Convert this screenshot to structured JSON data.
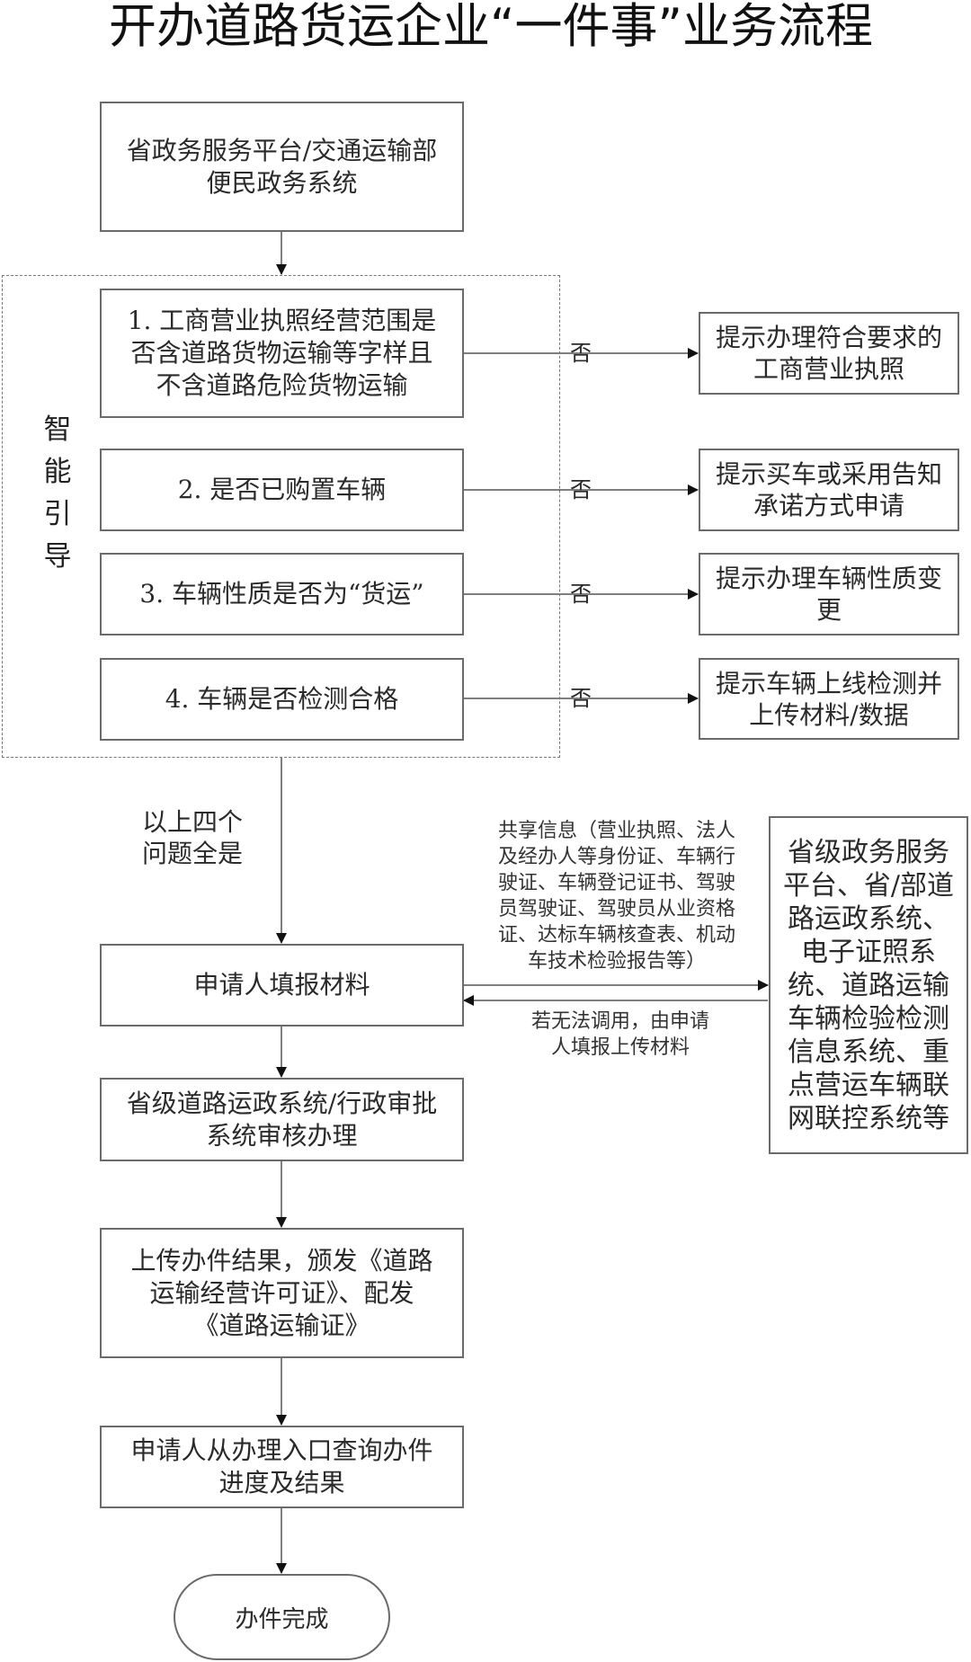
{
  "title": "开办道路货运企业“一件事”业务流程",
  "entry_box": [
    "省政务服务平台/交通运输部",
    "便民政务系统"
  ],
  "smart_guide": {
    "label": [
      "智",
      "能",
      "引",
      "导"
    ],
    "questions": [
      {
        "text": [
          "1. 工商营业执照经营范围是",
          "否含道路货物运输等字样且",
          "不含道路危险货物运输"
        ],
        "no_label": "否",
        "prompt": [
          "提示办理符合要求的",
          "工商营业执照"
        ]
      },
      {
        "text": [
          "2. 是否已购置车辆"
        ],
        "no_label": "否",
        "prompt": [
          "提示买车或采用告知",
          "承诺方式申请"
        ]
      },
      {
        "text": [
          "3. 车辆性质是否为“货运”"
        ],
        "no_label": "否",
        "prompt": [
          "提示办理车辆性质变",
          "更"
        ]
      },
      {
        "text": [
          "4. 车辆是否检测合格"
        ],
        "no_label": "否",
        "prompt": [
          "提示车辆上线检测并",
          "上传材料/数据"
        ]
      }
    ]
  },
  "all_yes_label": [
    "以上四个",
    "问题全是"
  ],
  "steps": [
    [
      "申请人填报材料"
    ],
    [
      "省级道路运政系统/行政审批",
      "系统审核办理"
    ],
    [
      "上传办件结果，颁发《道路",
      "运输经营许可证》、配发",
      "《道路运输证》"
    ],
    [
      "申请人从办理入口查询办件",
      "进度及结果"
    ]
  ],
  "shared_info_note": [
    "共享信息（营业执照、法人",
    "及经办人等身份证、车辆行",
    "驶证、车辆登记证书、驾驶",
    "员驾驶证、驾驶员从业资格",
    "证、达标车辆核查表、机动",
    "车技术检验报告等）"
  ],
  "fallback_note": [
    "若无法调用，由申请",
    "人填报上传材料"
  ],
  "systems_box": [
    "省级政务服务",
    "平台、省/部道",
    "路运政系统、",
    "电子证照系",
    "统、道路运输",
    "车辆检验检测",
    "信息系统、重",
    "点营运车辆联",
    "网联控系统等"
  ],
  "end": "办件完成"
}
